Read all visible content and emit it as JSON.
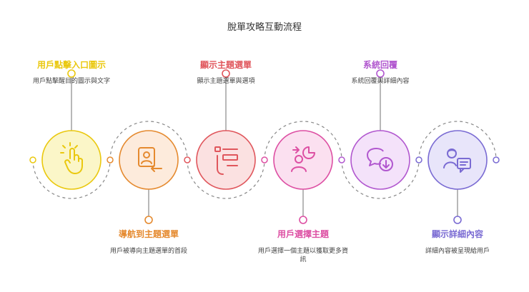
{
  "title": "脫單攻略互動流程",
  "steps": [
    {
      "id": "s1",
      "title": "用戶點擊入口圖示",
      "desc": [
        "用戶點擊醒目的圖示與文字"
      ],
      "color": "#eac80e",
      "fill": "#fbf6c8",
      "icon": "tap-hand-icon"
    },
    {
      "id": "s2",
      "title": "導航到主題選單",
      "desc": [
        "用戶被導向主題選單的首段"
      ],
      "color": "#e58a2f",
      "fill": "#fdebdc",
      "icon": "profile-return-icon"
    },
    {
      "id": "s3",
      "title": "顯示主題選單",
      "desc": [
        "顯示主題選單與選項"
      ],
      "color": "#e0565c",
      "fill": "#fbe1e1",
      "icon": "menu-tap-icon"
    },
    {
      "id": "s4",
      "title": "用戶選擇主題",
      "desc": [
        "用戶選擇一個主題以獲取更多資",
        "訊"
      ],
      "color": "#dd4fa3",
      "fill": "#fbe0f0",
      "icon": "topic-select-icon"
    },
    {
      "id": "s5",
      "title": "系統回覆",
      "desc": [
        "系統回覆與詳細內容"
      ],
      "color": "#b157cf",
      "fill": "#f4e2fa",
      "icon": "reply-chat-icon"
    },
    {
      "id": "s6",
      "title": "顯示詳細內容",
      "desc": [
        "詳細內容被呈現給用戶"
      ],
      "color": "#7a6bd3",
      "fill": "#e8e5fa",
      "icon": "user-message-icon"
    }
  ]
}
